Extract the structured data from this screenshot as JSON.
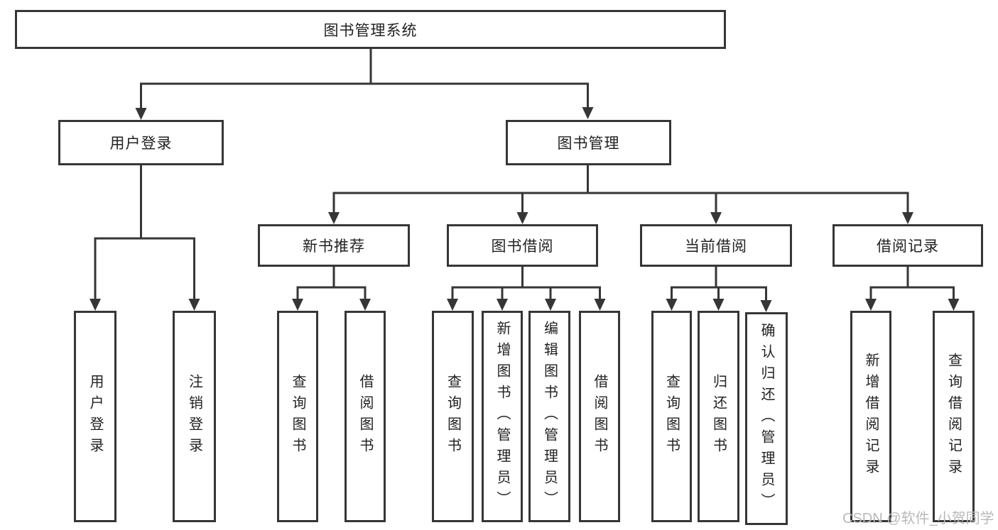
{
  "diagram": {
    "title": "图书管理系统",
    "branches": [
      {
        "label": "用户登录",
        "children": [
          {
            "label": "用户登录"
          },
          {
            "label": "注销登录"
          }
        ]
      },
      {
        "label": "图书管理",
        "children": [
          {
            "label": "新书推荐",
            "children": [
              {
                "label": "查询图书"
              },
              {
                "label": "借阅图书"
              }
            ]
          },
          {
            "label": "图书借阅",
            "children": [
              {
                "label": "查询图书"
              },
              {
                "label": "新增图书（管理员）"
              },
              {
                "label": "编辑图书（管理员）"
              },
              {
                "label": "借阅图书"
              }
            ]
          },
          {
            "label": "当前借阅",
            "children": [
              {
                "label": "查询图书"
              },
              {
                "label": "归还图书"
              },
              {
                "label": "确认归还（管理员）"
              }
            ]
          },
          {
            "label": "借阅记录",
            "children": [
              {
                "label": "新增借阅记录"
              },
              {
                "label": "查询借阅记录"
              }
            ]
          }
        ]
      }
    ]
  },
  "watermark": {
    "text": "CSDN @软件_小贺同学"
  },
  "colors": {
    "line": "#363636",
    "box_border": "#363636",
    "text": "#222222",
    "watermark": "#b9b9b9",
    "background": "#ffffff"
  }
}
